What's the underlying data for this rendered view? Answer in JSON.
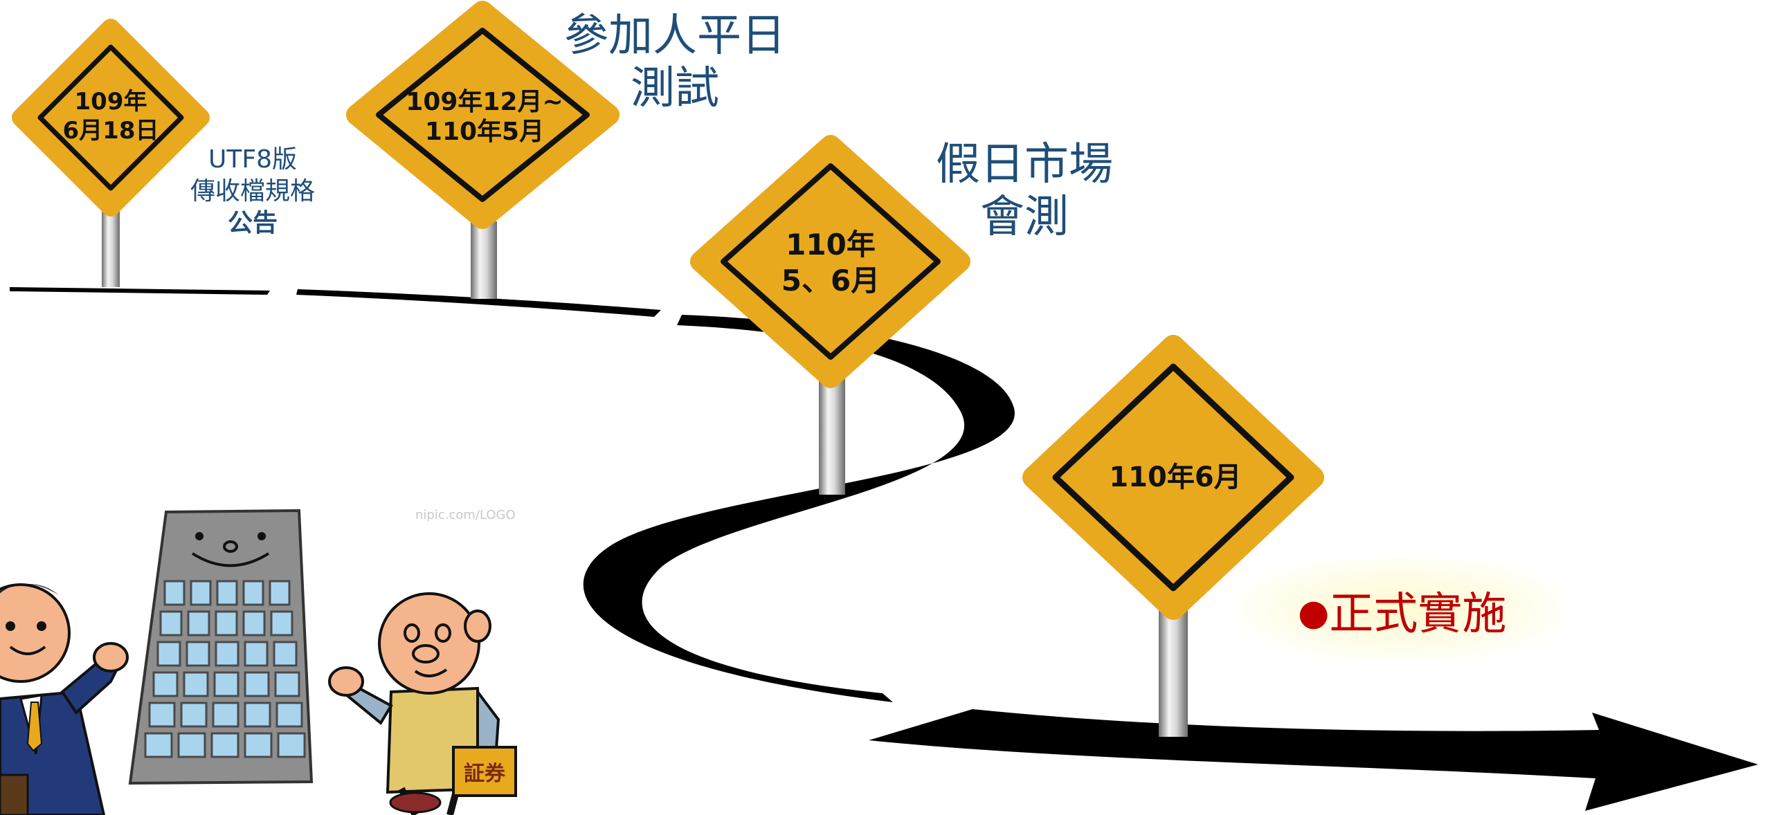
{
  "milestones": [
    {
      "sign": [
        "109年",
        "6月18日"
      ],
      "caption": [
        "UTF8版",
        "傳收檔規格",
        "公告"
      ]
    },
    {
      "sign": [
        "109年12月~",
        "110年5月"
      ],
      "caption": [
        "參加人平日",
        "測試"
      ]
    },
    {
      "sign": [
        "110年",
        "5、6月"
      ],
      "caption": [
        "假日市場",
        "會測"
      ]
    },
    {
      "sign": [
        "110年6月"
      ],
      "caption": [
        "正式實施"
      ],
      "bullet": "●"
    }
  ],
  "colors": {
    "sign_fill": "#e8a91f",
    "road": "#000000",
    "caption": "#1f4e79",
    "final": "#c00000"
  },
  "illustration": {
    "stamp_text": "証券",
    "watermark": "nipic.com/LOGO"
  }
}
